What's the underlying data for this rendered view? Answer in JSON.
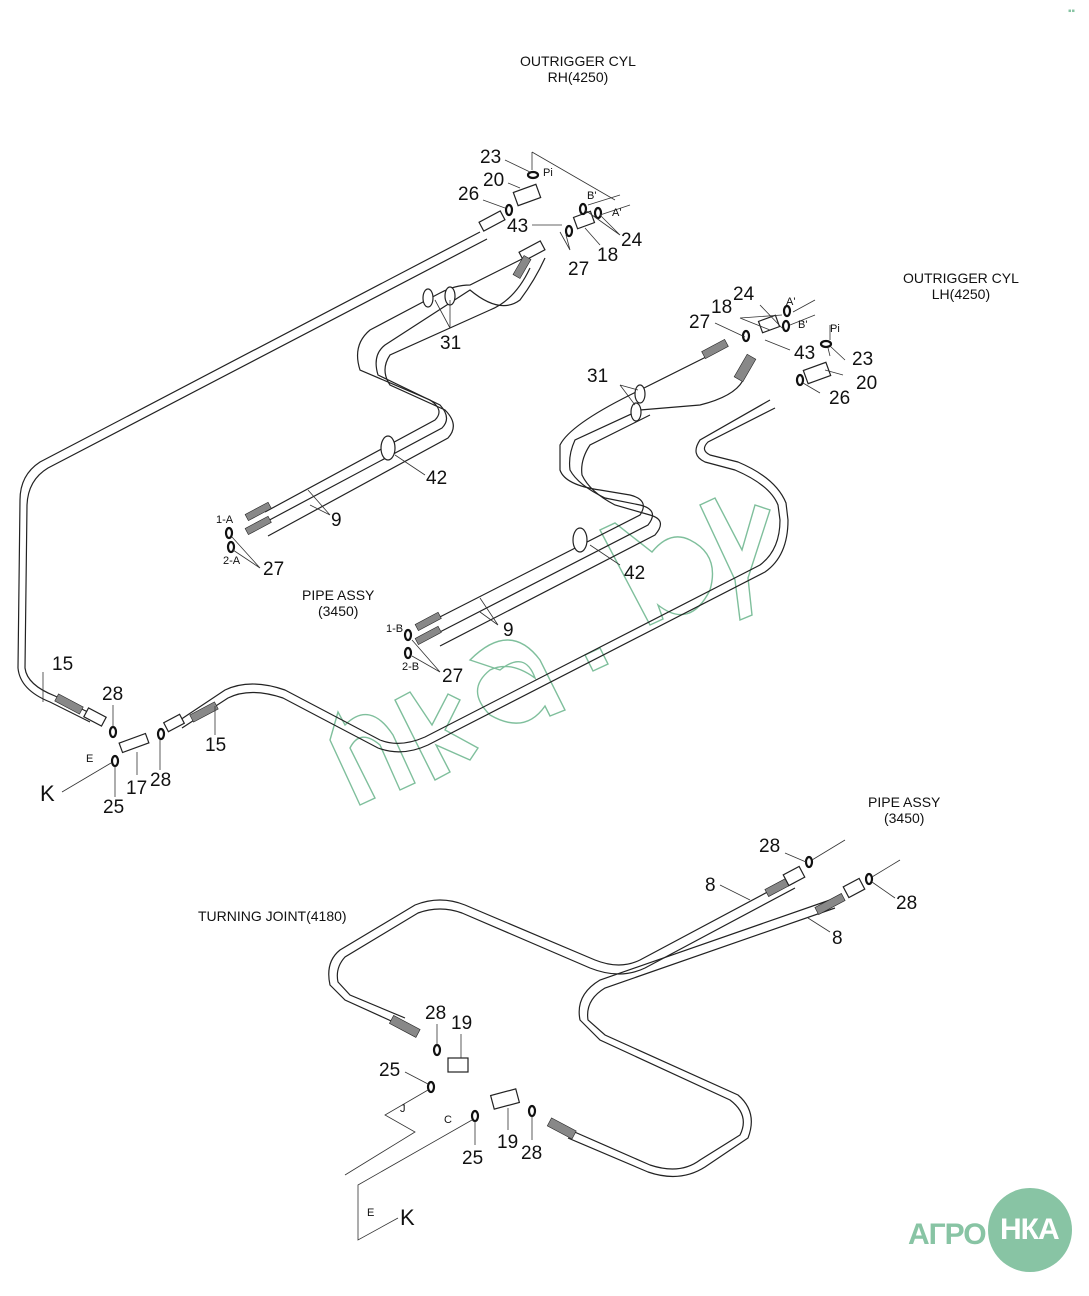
{
  "diagram": {
    "type": "hydraulic hose routing parts diagram",
    "titles": {
      "outrigger_rh": [
        "OUTRIGGER CYL",
        "RH(4250)"
      ],
      "outrigger_lh": [
        "OUTRIGGER CYL",
        "LH(4250)"
      ],
      "pipe_assy_upper": [
        "PIPE ASSY",
        "(3450)"
      ],
      "pipe_assy_lower": [
        "PIPE ASSY",
        "(3450)"
      ],
      "turning_joint": [
        "TURNING JOINT(4180)"
      ]
    },
    "part_labels": {
      "rh_23": "23",
      "rh_20": "20",
      "rh_26": "26",
      "rh_43": "43",
      "rh_27": "27",
      "rh_18": "18",
      "rh_24": "24",
      "rh_port_pi": "Pi",
      "rh_port_b": "B'",
      "rh_port_a": "A'",
      "lh_24": "24",
      "lh_18": "18",
      "lh_27": "27",
      "lh_43": "43",
      "lh_23": "23",
      "lh_20": "20",
      "lh_26": "26",
      "lh_port_a": "A'",
      "lh_port_b": "B'",
      "lh_port_pi": "Pi",
      "clamp_31_left": "31",
      "clamp_31_right": "31",
      "clamp_42_upper": "42",
      "clamp_42_lower": "42",
      "hose_9_upper": "9",
      "hose_9_lower": "9",
      "port_1a": "1-A",
      "port_2a": "2-A",
      "oring_27_a": "27",
      "port_1b": "1-B",
      "port_2b": "2-B",
      "oring_27_b": "27",
      "hose_15_left": "15",
      "hose_15_right": "15",
      "oring_28_left": "28",
      "oring_28_right": "28",
      "tee_17": "17",
      "oring_25_e": "25",
      "port_e_upper": "E",
      "k_upper": "K",
      "oring_28_pipe_upper": "28",
      "oring_28_pipe_lower": "28",
      "hose_8_upper": "8",
      "hose_8_lower": "8",
      "oring_28_tj_upper": "28",
      "elbow_19_upper": "19",
      "oring_25_j": "25",
      "port_j": "J",
      "port_c": "C",
      "oring_25_c": "25",
      "elbow_19_lower": "19",
      "oring_28_tj_lower": "28",
      "port_e_lower": "E",
      "k_lower": "K"
    },
    "watermark": "nka.by",
    "logo": {
      "left": "АГРО",
      "right": "НКА",
      "color": "#88c4a4"
    }
  }
}
